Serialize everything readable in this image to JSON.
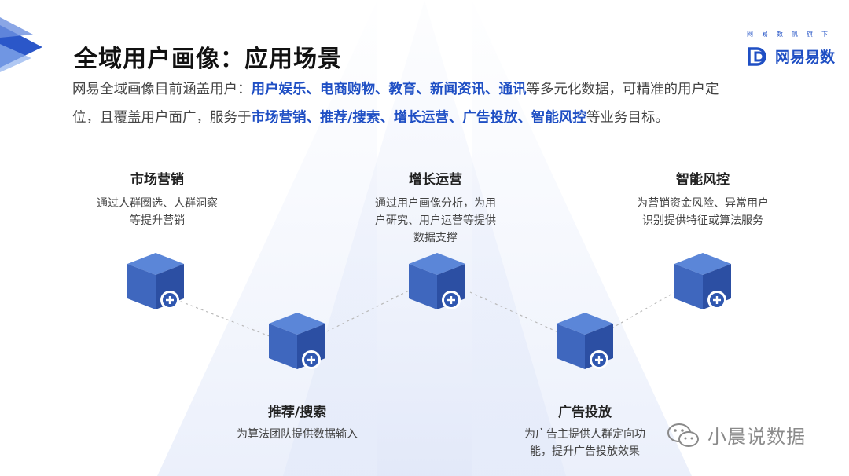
{
  "title": "全域用户画像：应用场景",
  "intro": {
    "line1_prefix": "网易全域画像目前涵盖用户：",
    "line1_highlight": "用户娱乐、电商购物、教育、新闻资讯、通讯",
    "line1_suffix": "等多元化数据，可精准的用户定",
    "line2_prefix": "位，且覆盖用户面广，服务于",
    "line2_highlight": "市场营销、推荐/搜索、增长运营、广告投放、智能风控",
    "line2_suffix": "等业务目标。"
  },
  "brand": {
    "tagline": "网易数帆旗下",
    "name": "网易易数"
  },
  "nodes": [
    {
      "title": "市场营销",
      "desc_lines": [
        "通过人群圈选、人群洞察",
        "等提升营销"
      ]
    },
    {
      "title": "推荐/搜索",
      "desc_lines": [
        "为算法团队提供数据输入"
      ]
    },
    {
      "title": "增长运营",
      "desc_lines": [
        "通过用户画像分析，为用",
        "户研究、用户运营等提供",
        "数据支撑"
      ]
    },
    {
      "title": "广告投放",
      "desc_lines": [
        "为广告主提供人群定向功",
        "能，提升广告投放效果"
      ]
    },
    {
      "title": "智能风控",
      "desc_lines": [
        "为营销资金风险、异常用户",
        "识别提供特征或算法服务"
      ]
    }
  ],
  "watermark": "小晨说数据",
  "colors": {
    "accent": "#1f4fc4",
    "cube_top": "#5b86d8",
    "cube_left": "#3f67be",
    "cube_right": "#2c4fa3",
    "badge": "#2f57b0"
  },
  "icons": {
    "cube": "cube-icon",
    "plus": "plus-circle-icon",
    "logo": "db-logo-icon",
    "wechat": "wechat-icon"
  }
}
